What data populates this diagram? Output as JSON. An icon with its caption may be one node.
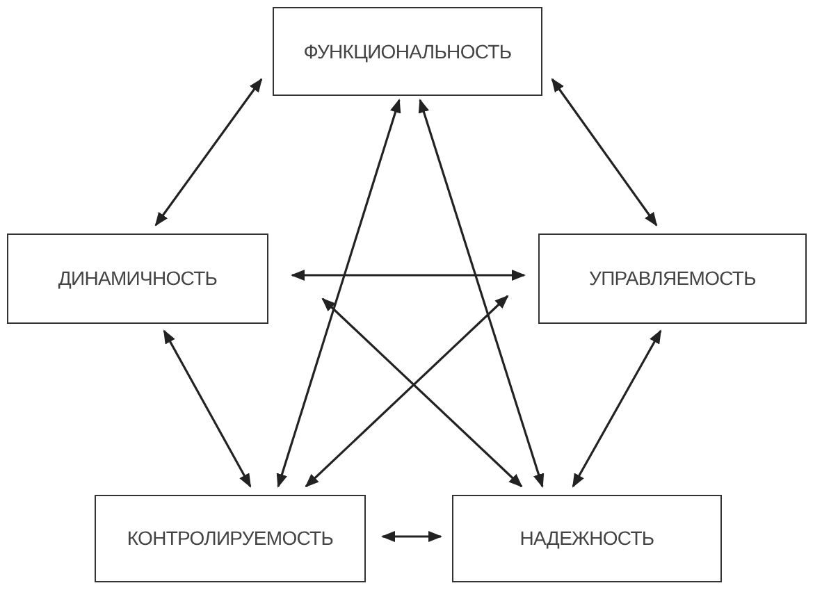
{
  "diagram": {
    "nodes": [
      {
        "text": [
          "ФУНКЦИОНАЛЬНОСТЬ"
        ]
      },
      {
        "text": [
          "ДИНАМИЧНОСТЬ"
        ]
      },
      {
        "text": [
          "УПРАВЛЯЕМОСТЬ"
        ]
      },
      {
        "text": [
          "КОНТРОЛИРУЕМОСТЬ"
        ]
      },
      {
        "text": [
          "НАДЕЖНОСТЬ"
        ]
      }
    ],
    "edges": [
      {
        "from": 0,
        "to": 1,
        "arrow": "both"
      },
      {
        "from": 0,
        "to": 2,
        "arrow": "both"
      },
      {
        "from": 1,
        "to": 2,
        "arrow": "both"
      },
      {
        "from": 1,
        "to": 4,
        "arrow": "both"
      },
      {
        "from": 2,
        "to": 3,
        "arrow": "both"
      },
      {
        "from": 0,
        "to": 3,
        "arrow": "both"
      },
      {
        "from": 0,
        "to": 4,
        "arrow": "both"
      },
      {
        "from": 1,
        "to": 3,
        "arrow": "both"
      },
      {
        "from": 2,
        "to": 4,
        "arrow": "both"
      },
      {
        "from": 3,
        "to": 4,
        "arrow": "both"
      }
    ]
  }
}
